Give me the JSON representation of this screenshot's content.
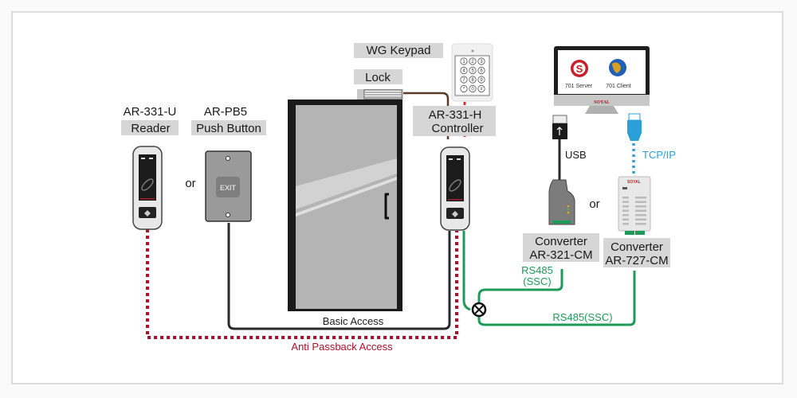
{
  "devices": {
    "reader": {
      "model": "AR-331-U",
      "role": "Reader"
    },
    "push_button": {
      "model": "AR-PB5",
      "role": "Push Button",
      "button_text": "EXIT"
    },
    "keypad": {
      "label": "WG Keypad",
      "keys": [
        "1",
        "2",
        "3",
        "4",
        "5",
        "6",
        "7",
        "8",
        "9",
        "*",
        "0",
        "#"
      ]
    },
    "lock": {
      "label": "Lock"
    },
    "controller": {
      "model": "AR-331-H",
      "role": "Controller"
    },
    "computer": {
      "server_label": "701 Server",
      "client_label": "701 Client",
      "brand": "SOYAL"
    },
    "converter_usb": {
      "role": "Converter",
      "model": "AR-321-CM"
    },
    "converter_tcp": {
      "role": "Converter",
      "model": "AR-727-CM",
      "brand": "SOYAL"
    }
  },
  "connections": {
    "or_1": "or",
    "or_2": "or",
    "usb": "USB",
    "tcpip": "TCP/IP",
    "rs485_short_1": "RS485",
    "rs485_short_2": "(SSC)",
    "rs485_long": "RS485(SSC)",
    "basic_access": "Basic Access",
    "anti_passback": "Anti Passback Access"
  },
  "colors": {
    "rs485": "#1e9a5a",
    "anti_passback": "#b0102a",
    "tcpip": "#2a9fd8",
    "wire": "#2a2a2a",
    "label_bg": "#d6d6d6"
  }
}
